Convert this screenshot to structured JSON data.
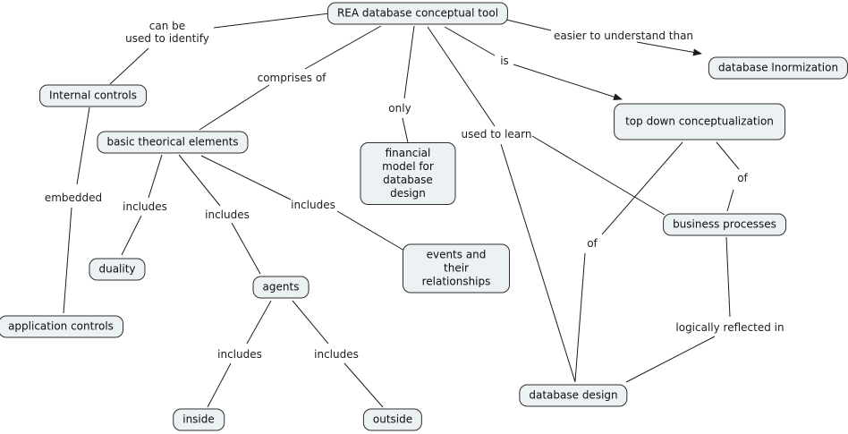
{
  "nodes": {
    "rea": {
      "label": "REA database conceptual tool"
    },
    "internal_controls": {
      "label": "Internal controls"
    },
    "basic_theorical_elements": {
      "label": "basic theorical elements"
    },
    "financial_model": {
      "label": "financial model for database design"
    },
    "top_down_conceptualization": {
      "label": "top down conceptualization"
    },
    "database_lnormization": {
      "label": "database lnormization"
    },
    "business_processes": {
      "label": "business processes"
    },
    "duality": {
      "label": "duality"
    },
    "application_controls": {
      "label": "application controls"
    },
    "agents": {
      "label": "agents"
    },
    "events_relationships": {
      "label": "events and their relationships"
    },
    "inside": {
      "label": "inside"
    },
    "outside": {
      "label": "outside"
    },
    "database_design": {
      "label": "database design"
    }
  },
  "edge_labels": {
    "can_be_used_to_identify": "can be\nused to identify",
    "comprises_of": "comprises of",
    "only": "only",
    "is": "is",
    "easier_to_understand_than": "easier to understand than",
    "used_to_learn": "used to learn",
    "embedded": "embedded",
    "includes": "includes",
    "of": "of",
    "logically_reflected_in": "logically reflected in"
  },
  "edges": [
    {
      "from": "REA database conceptual tool",
      "label": "can be used to identify",
      "to": "Internal controls"
    },
    {
      "from": "Internal controls",
      "label": "embedded",
      "to": "application controls"
    },
    {
      "from": "REA database conceptual tool",
      "label": "comprises of",
      "to": "basic theorical elements"
    },
    {
      "from": "REA database conceptual tool",
      "label": "only",
      "to": "financial model for database design"
    },
    {
      "from": "REA database conceptual tool",
      "label": "used to learn",
      "to": "database design"
    },
    {
      "from": "REA database conceptual tool",
      "label": "used to learn",
      "to": "business processes"
    },
    {
      "from": "REA database conceptual tool",
      "label": "is",
      "to": "top down conceptualization"
    },
    {
      "from": "REA database conceptual tool",
      "label": "easier to understand than",
      "to": "database lnormization"
    },
    {
      "from": "basic theorical elements",
      "label": "includes",
      "to": "duality"
    },
    {
      "from": "basic theorical elements",
      "label": "includes",
      "to": "agents"
    },
    {
      "from": "basic theorical elements",
      "label": "includes",
      "to": "events and their relationships"
    },
    {
      "from": "agents",
      "label": "includes",
      "to": "inside"
    },
    {
      "from": "agents",
      "label": "includes",
      "to": "outside"
    },
    {
      "from": "top down conceptualization",
      "label": "of",
      "to": "business processes"
    },
    {
      "from": "top down conceptualization",
      "label": "of",
      "to": "database design"
    },
    {
      "from": "business processes",
      "label": "logically reflected in",
      "to": "database design"
    }
  ],
  "colors": {
    "node_fill": "#ecf1f4",
    "node_border": "#2e2e2e",
    "line": "#1c1c1c",
    "background": "#ffffff",
    "text": "#0d0d0d"
  }
}
